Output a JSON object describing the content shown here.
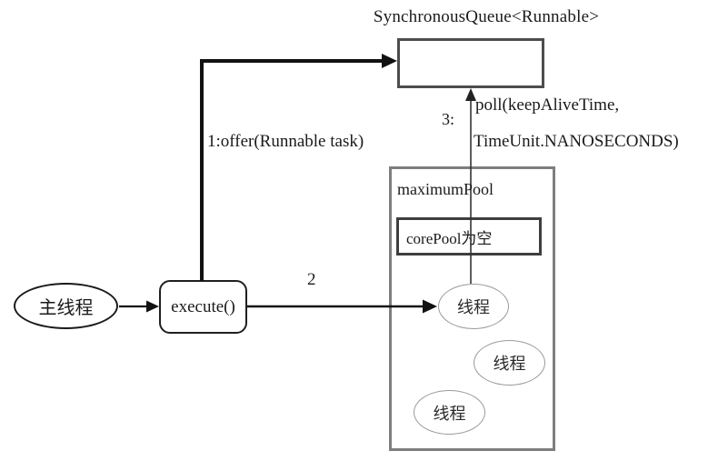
{
  "diagram": {
    "title": "SynchronousQueue<Runnable>",
    "nodes": {
      "main_thread": "主线程",
      "execute": "execute()",
      "maximum_pool": "maximumPool",
      "core_pool": "corePool为空",
      "thread_a": "线程",
      "thread_b": "线程",
      "thread_c": "线程"
    },
    "labels": {
      "offer": "1:offer(Runnable task)",
      "step2": "2",
      "step3": "3:",
      "poll_line1": "poll(keepAliveTime,",
      "poll_line2": "TimeUnit.NANOSECONDS)"
    },
    "colors": {
      "background": "#ffffff",
      "line": "#111111",
      "queue_border": "#4d4d4d",
      "pool_border": "#7e7e7e",
      "core_border": "#3e3e3e",
      "thread_border": "#9a9a9a",
      "node_border": "#1a1a1a"
    }
  }
}
